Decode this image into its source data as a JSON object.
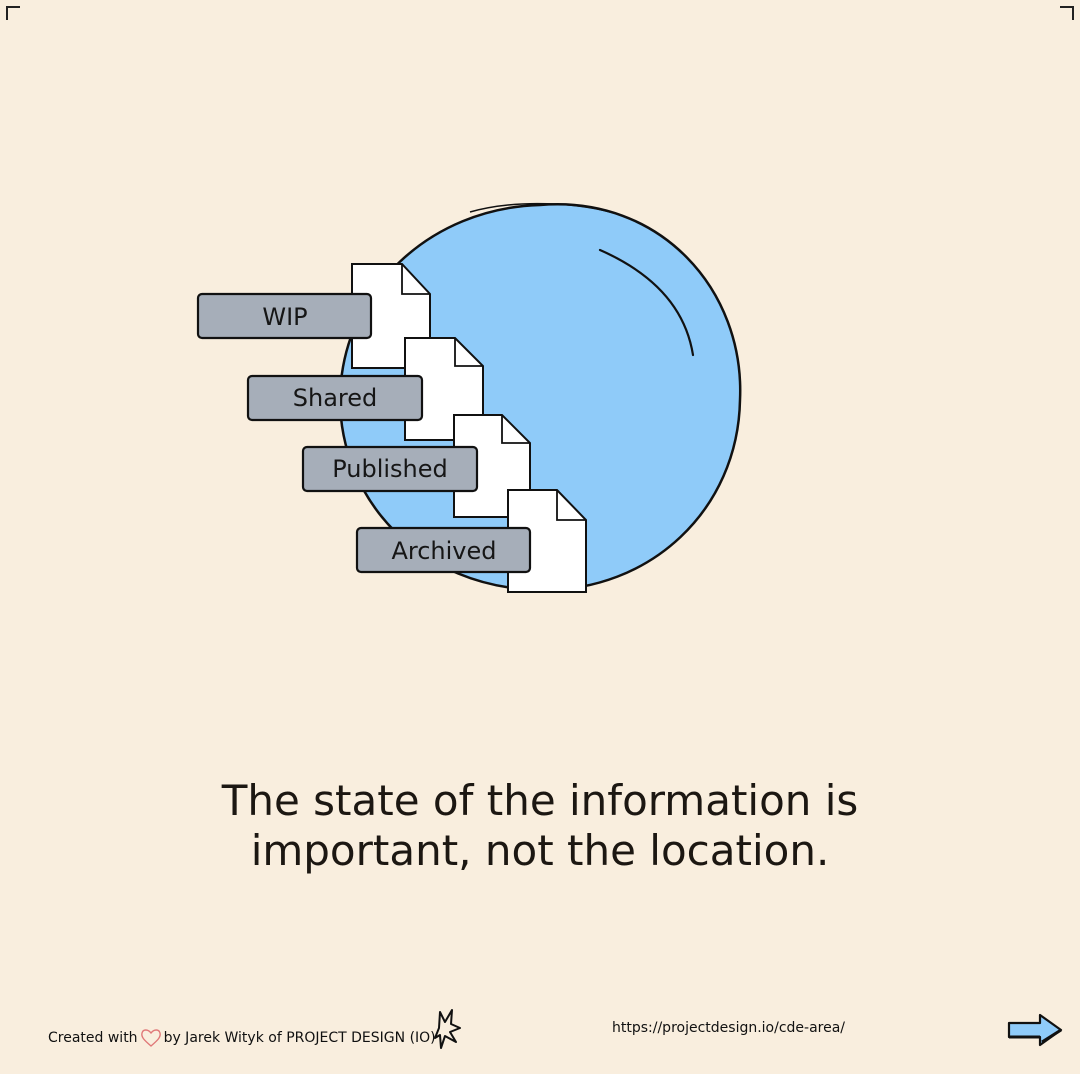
{
  "diagram": {
    "states": [
      {
        "label": "WIP"
      },
      {
        "label": "Shared"
      },
      {
        "label": "Published"
      },
      {
        "label": "Archived"
      }
    ]
  },
  "headline": {
    "line1": "The state of the information is",
    "line2": "important, not the location."
  },
  "footer": {
    "credit_prefix": "Created with",
    "credit_suffix": "by Jarek Wityk of PROJECT DESIGN (IO)",
    "url": "https://projectdesign.io/cde-area/"
  },
  "colors": {
    "background": "#f9eede",
    "globe": "#8fcbf9",
    "tag": "#a6aeb9",
    "text": "#1c1712"
  }
}
